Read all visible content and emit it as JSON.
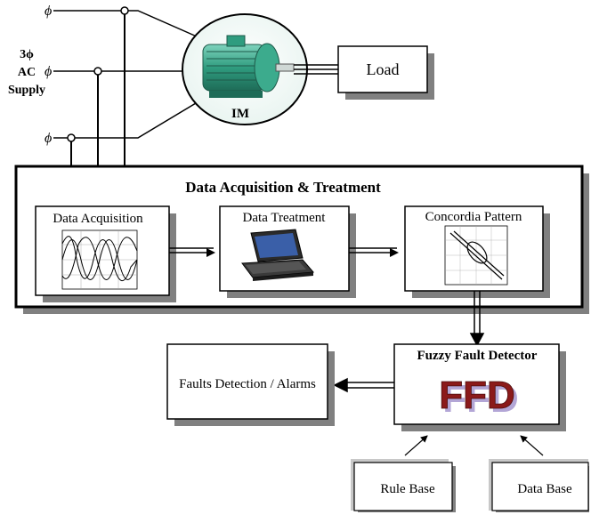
{
  "supply": {
    "phase_symbol": "ϕ",
    "label_line1": "3ϕ",
    "label_line2": "AC",
    "label_line3": "Supply"
  },
  "motor": {
    "label": "IM"
  },
  "load": {
    "label": "Load"
  },
  "acquisition_panel": {
    "title": "Data Acquisition & Treatment",
    "data_acquisition": "Data Acquisition",
    "data_treatment": "Data Treatment",
    "concordia_pattern": "Concordia Pattern"
  },
  "fuzzy_detector": {
    "title": "Fuzzy Fault Detector",
    "logo_text": "FFD"
  },
  "faults_box": {
    "label": "Faults Detection / Alarms"
  },
  "rule_base": {
    "label": "Rule Base"
  },
  "data_base": {
    "label": "Data Base"
  },
  "colors": {
    "shadow": "#808080",
    "line": "#000000",
    "motor_body": "#3aa58a",
    "ffd_fill": "#8b1a1a",
    "ffd_shadow": "#b3a6d6"
  }
}
